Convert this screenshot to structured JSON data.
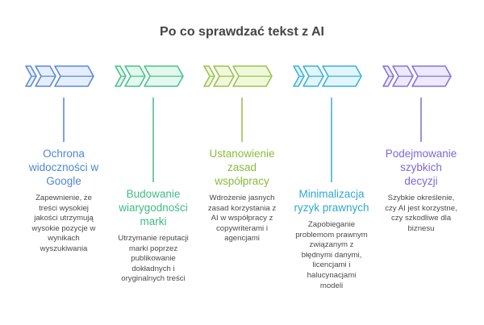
{
  "title": "Po co sprawdzać tekst z AI",
  "steps": [
    {
      "heading": "Ochrona widoczności w Google",
      "heading_lines": [
        "Ochrona",
        "widoczności w",
        "Google"
      ],
      "description_lines": [
        "Zapewnienie, że",
        "treści wysokiej",
        "jakości utrzymują",
        "wysokie pozycje w",
        "wynikach",
        "wyszukiwania"
      ],
      "color": "#5b8ad8",
      "fill": "#e6eefb",
      "text_color": "#4f86d6"
    },
    {
      "heading": "Budowanie wiarygodności marki",
      "heading_lines": [
        "Budowanie",
        "wiarygodności",
        "marki"
      ],
      "description_lines": [
        "Utrzymanie reputacji",
        "marki poprzez",
        "publikowanie",
        "dokładnych i",
        "oryginalnych treści"
      ],
      "color": "#4fc08f",
      "fill": "#e3f8ee",
      "text_color": "#3fbb85"
    },
    {
      "heading": "Ustanowienie zasad współpracy",
      "heading_lines": [
        "Ustanowienie",
        "zasad",
        "współpracy"
      ],
      "description_lines": [
        "Wdrożenie jasnych",
        "zasad korzystania z",
        "AI w współpracy z",
        "copywriterami i",
        "agencjami"
      ],
      "color": "#9cc34f",
      "fill": "#f0f8dc",
      "text_color": "#8cbb3c"
    },
    {
      "heading": "Minimalizacja ryzyk prawnych",
      "heading_lines": [
        "Minimalizacja",
        "ryzyk prawnych"
      ],
      "description_lines": [
        "Zapobieganie",
        "problemom prawnym",
        "związanym z",
        "błędnymi danymi,",
        "licencjami i",
        "halucynacjami",
        "modeli"
      ],
      "color": "#3fb2d6",
      "fill": "#e2f5fb",
      "text_color": "#2fa9d2"
    },
    {
      "heading": "Podejmowanie szybkich decyzji",
      "heading_lines": [
        "Podejmowanie",
        "szybkich",
        "decyzji"
      ],
      "description_lines": [
        "Szybkie określenie,",
        "czy AI jest korzystne,",
        "czy szkodliwe dla",
        "biznesu"
      ],
      "color": "#8a72d8",
      "fill": "#eeeafb",
      "text_color": "#7f67d6"
    }
  ]
}
